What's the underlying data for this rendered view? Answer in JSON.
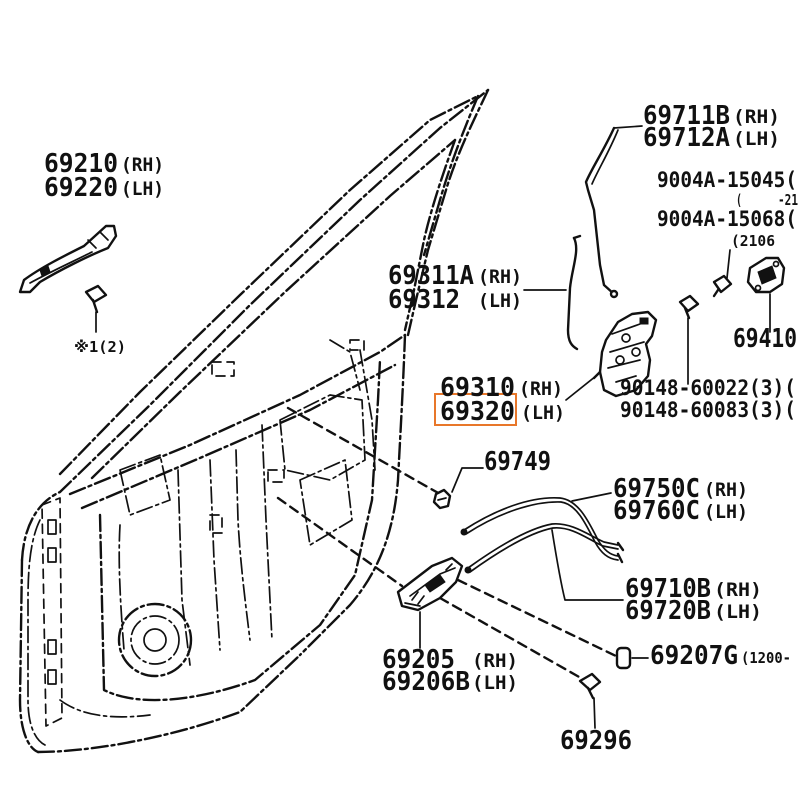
{
  "diagram": {
    "colors": {
      "ink": "#111111",
      "highlight": "#e8772a",
      "background": "#ffffff"
    },
    "callouts": {
      "outside_handle": {
        "rh": {
          "part": "69210",
          "side": "(RH)"
        },
        "lh": {
          "part": "69220",
          "side": "(LH)"
        },
        "note": "※1(2)"
      },
      "lock_rod": {
        "rh": {
          "part": "69311A",
          "side": "(RH)"
        },
        "lh": {
          "part": "69312",
          "side": "(LH)"
        }
      },
      "door_lock": {
        "rh": {
          "part": "69310",
          "side": "(RH)"
        },
        "lh": {
          "part": "69320",
          "side": "(LH)",
          "highlighted": true
        }
      },
      "lock_rod_upper": {
        "rh": {
          "part": "69711B",
          "side": "(RH)"
        },
        "lh": {
          "part": "69712A",
          "side": "(LH)"
        }
      },
      "striker_bolt": {
        "first": "9004A-15045(",
        "first_range_open": "(",
        "first_range_end": "-21",
        "second": "9004A-15068(",
        "second_range": "(2106"
      },
      "striker": {
        "part": "69410"
      },
      "lock_screw": {
        "first": "90148-60022(3)(",
        "second": "90148-60083(3)("
      },
      "clip": {
        "part": "69749"
      },
      "cable_front": {
        "rh": {
          "part": "69750C",
          "side": "(RH)"
        },
        "lh": {
          "part": "69760C",
          "side": "(LH)"
        }
      },
      "cable_rear": {
        "rh": {
          "part": "69710B",
          "side": "(RH)"
        },
        "lh": {
          "part": "69720B",
          "side": "(LH)"
        }
      },
      "inside_handle": {
        "rh": {
          "part": "69205",
          "side": "(RH)"
        },
        "lh": {
          "part": "69206B",
          "side": "(LH)"
        }
      },
      "handle_cap": {
        "part": "69207G",
        "range": "(1200-"
      },
      "handle_screw": {
        "part": "69296"
      }
    }
  }
}
